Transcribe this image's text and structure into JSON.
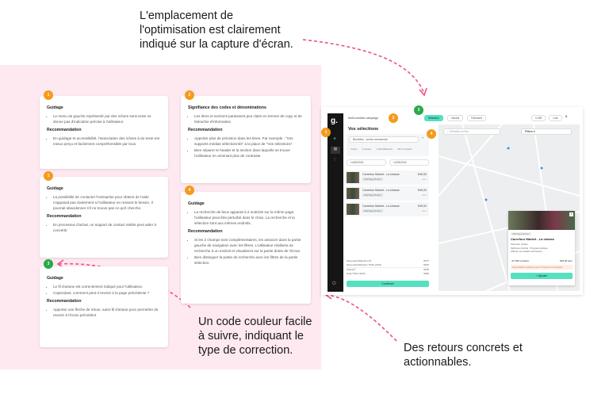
{
  "annotations": {
    "top": [
      "L'emplacement de",
      "l'optimisation est clairement",
      "indiqué sur la capture d'écran."
    ],
    "color": [
      "Un code couleur facile",
      "à suivre, indiquant le",
      "type de correction."
    ],
    "feedback": [
      "Des retours concrets et",
      "actionnables."
    ]
  },
  "cards": [
    {
      "badge": "1",
      "sections": [
        {
          "title": "Guidage",
          "items": [
            "Le menu de gauche représenté par des icônes sans texte ne donne pas d'indication précise à l'utilisateur."
          ]
        },
        {
          "title": "Recommandation",
          "items": [
            "En guidage et accessibilité, l'association des icônes à du texte est mieux perçu et facilement compréhensible par tous."
          ]
        }
      ]
    },
    {
      "badge": "1",
      "sections": [
        {
          "title": "Guidage",
          "items": [
            "La possibilité de contacter l'entreprise pour obtenir de l'aide n'apparait pas clairement si l'utilisateur en ressent le besoin. Il pourrait abandonner s'il ne trouve pas ce qu'il cherche."
          ]
        },
        {
          "title": "Recommandation",
          "items": [
            "En processus d'achat, un support de contact visible peut aider à convertir."
          ]
        }
      ]
    },
    {
      "badge": "3",
      "sections": [
        {
          "title": "Guidage",
          "items": [
            "Le fil d'ariane est correctement indiqué pour l'utilisateur.",
            "Cependant, comment peut-il revenir à la page précédente ?"
          ]
        },
        {
          "title": "Recommandation",
          "items": [
            "Apporter une flèche de retour, autre fil d'ariane pour permettre de revenir à l'écran précédent"
          ]
        }
      ]
    },
    {
      "badge": "2",
      "sections": [
        {
          "title": "Signifiance des codes et dénominations",
          "items": [
            "Les titres et sections paraissent peu clairs en termes de copy et de hiérachie d'information"
          ]
        },
        {
          "title": "Recommandation",
          "items": [
            "Apporter plus de précision dans les titres. Par exemple : \"Vos supports médias sélectionnés\" à la place de \"Vos sélections\".",
            "Bien séparer le header et la section dans laquelle se trouve l'utilisateur en amenant plus de contraste."
          ]
        }
      ]
    },
    {
      "badge": "4",
      "sections": [
        {
          "title": "Guidage",
          "items": [
            "La recherche de lieux apparait à 2 endroits sur la même page, l'utilisateur peut être perturbé dans le choix. La recherche et la sélection sont aux mêmes endroits."
          ]
        },
        {
          "title": "Recommandation",
          "items": [
            "Si les 2 champs sont complémentaires, les associer dans la partie gauche de navigation avec les filtres. L'utilisateur réalisera sa recherche à un endroit et visualisera sur la partie droite de l'écran.",
            "Bien distinguer la partie de recherche avec les filtres de la partie sélection."
          ]
        }
      ]
    }
  ],
  "shot": {
    "logo": "g.",
    "campaign": "Multi-creative campaign",
    "steps": [
      "Sélection",
      "Visuels",
      "Paiement"
    ],
    "header_right": [
      "0,00€",
      "Lola"
    ],
    "section_title": "Vos sélections",
    "location": "Bruxelles - centre commercial",
    "stats": [
      "2 lieux",
      "2 écrans",
      "1 152 diffusions",
      "36 K contacts"
    ],
    "dates": [
      "14/02/2024",
      "14/03/2024"
    ],
    "items": [
      {
        "name": "Carrefour Market - La chasse",
        "tag": "Affichage Boitier",
        "price": "€49,00",
        "sub": "/jour"
      },
      {
        "name": "Carrefour Market - La chasse",
        "tag": "Affichage Boitier",
        "price": "€49,00",
        "sub": "/jour"
      },
      {
        "name": "Carrefour Market - La chasse",
        "tag": "Affichage Boitier",
        "price": "€49,00",
        "sub": "/jour"
      }
    ],
    "totals": [
      [
        "Sous-total Sélection HT",
        "€147"
      ],
      [
        "Sous-total Sélection TVAC (21%)",
        "€152"
      ],
      [
        "Total HT",
        "€155"
      ],
      [
        "Total TVAC (21%)",
        "€180"
      ]
    ],
    "continue": "Continuer",
    "search_placeholder": "Chercher un lieu",
    "filters": "Filtres",
    "popup": {
      "tag": "Affichage Boitier",
      "title": "Carrefour Market - La chasse",
      "lines": [
        "Panneau Urbain",
        "Méthode d'achat : Programmatique",
        "Afficher les détails techniques"
      ],
      "left": "~37 000 contacts",
      "right": "€49,00 /jour",
      "warning": "Disponibilité confirmée pour 14 heures et semaines",
      "add": "+ Ajouter"
    },
    "markers": [
      "1",
      "2",
      "3",
      "4"
    ]
  }
}
